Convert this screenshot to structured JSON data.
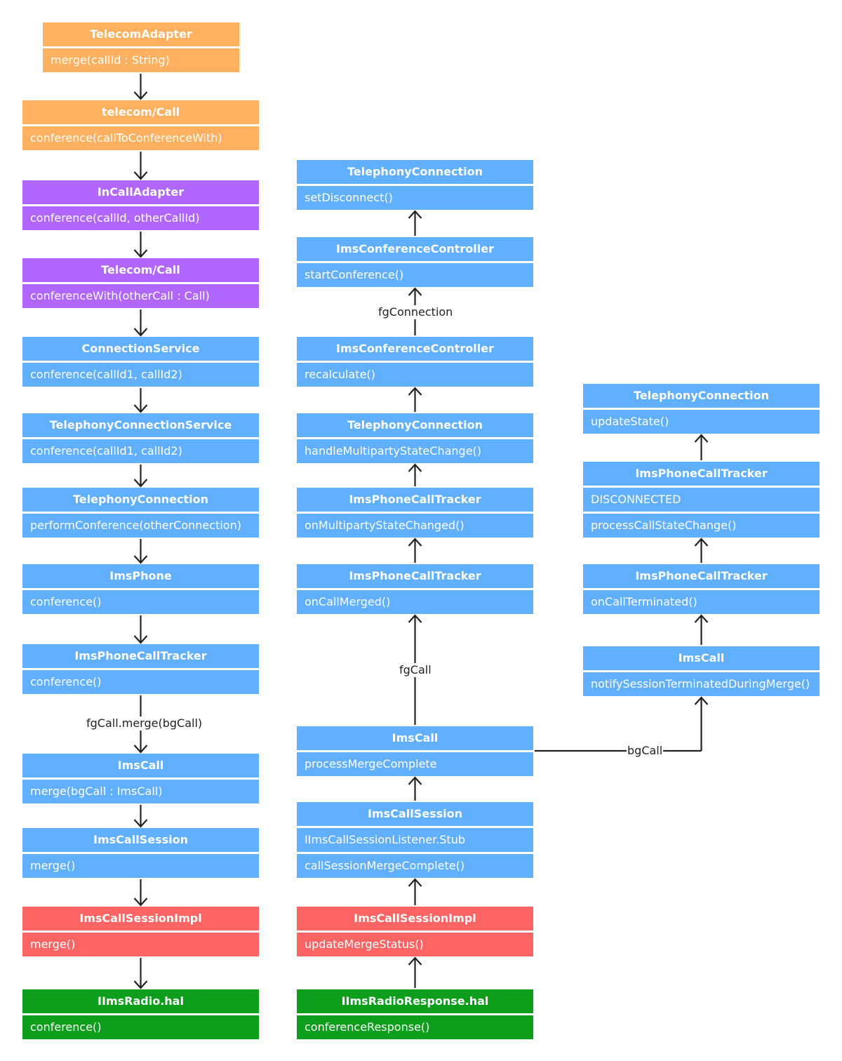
{
  "nodes": [
    {
      "id": "telecom-adapter",
      "title": "TelecomAdapter",
      "rows": [
        "merge(callId : String)"
      ],
      "color": "orange"
    },
    {
      "id": "telecom-call-lower",
      "title": "telecom/Call",
      "rows": [
        "conference(callToConferenceWith)"
      ],
      "color": "orange"
    },
    {
      "id": "incall-adapter",
      "title": "InCallAdapter",
      "rows": [
        "conference(callId, otherCallId)"
      ],
      "color": "purple"
    },
    {
      "id": "telecom-call-upper",
      "title": "Telecom/Call",
      "rows": [
        "conferenceWith(otherCall : Call)"
      ],
      "color": "purple"
    },
    {
      "id": "connection-service",
      "title": "ConnectionService",
      "rows": [
        "conference(callId1, callId2)"
      ],
      "color": "blue"
    },
    {
      "id": "telephony-connection-service",
      "title": "TelephonyConnectionService",
      "rows": [
        "conference(callId1, callId2)"
      ],
      "color": "blue"
    },
    {
      "id": "telephony-connection-perform",
      "title": "TelephonyConnection",
      "rows": [
        "performConference(otherConnection)"
      ],
      "color": "blue"
    },
    {
      "id": "ims-phone",
      "title": "ImsPhone",
      "rows": [
        "conference()"
      ],
      "color": "blue"
    },
    {
      "id": "ims-phone-call-tracker-conf",
      "title": "ImsPhoneCallTracker",
      "rows": [
        "conference()"
      ],
      "color": "blue"
    },
    {
      "id": "ims-call-merge",
      "title": "ImsCall",
      "rows": [
        "merge(bgCall : ImsCall)"
      ],
      "color": "blue"
    },
    {
      "id": "ims-call-session-merge",
      "title": "ImsCallSession",
      "rows": [
        "merge()"
      ],
      "color": "blue"
    },
    {
      "id": "ims-call-session-impl-merge",
      "title": "ImsCallSessionImpl",
      "rows": [
        "merge()"
      ],
      "color": "red"
    },
    {
      "id": "iims-radio-hal",
      "title": "IImsRadio.hal",
      "rows": [
        "conference()"
      ],
      "color": "green"
    },
    {
      "id": "telephony-connection-disconnect",
      "title": "TelephonyConnection",
      "rows": [
        "setDisconnect()"
      ],
      "color": "blue"
    },
    {
      "id": "ims-conference-controller-start",
      "title": "ImsConferenceController",
      "rows": [
        "startConference()"
      ],
      "color": "blue"
    },
    {
      "id": "ims-conference-controller-recalc",
      "title": "ImsConferenceController",
      "rows": [
        "recalculate()"
      ],
      "color": "blue"
    },
    {
      "id": "telephony-connection-multiparty",
      "title": "TelephonyConnection",
      "rows": [
        "handleMultipartyStateChange()"
      ],
      "color": "blue"
    },
    {
      "id": "ims-phone-call-tracker-multiparty",
      "title": "ImsPhoneCallTracker",
      "rows": [
        "onMultipartyStateChanged()"
      ],
      "color": "blue"
    },
    {
      "id": "ims-phone-call-tracker-merged",
      "title": "ImsPhoneCallTracker",
      "rows": [
        "onCallMerged()"
      ],
      "color": "blue"
    },
    {
      "id": "ims-call-process-merge",
      "title": "ImsCall",
      "rows": [
        "processMergeComplete"
      ],
      "color": "blue"
    },
    {
      "id": "ims-call-session-listener",
      "title": "ImsCallSession",
      "rows": [
        "IImsCallSessionListener.Stub",
        "callSessionMergeComplete()"
      ],
      "color": "blue"
    },
    {
      "id": "ims-call-session-impl-update",
      "title": "ImsCallSessionImpl",
      "rows": [
        "updateMergeStatus()"
      ],
      "color": "red"
    },
    {
      "id": "iims-radio-response-hal",
      "title": "IImsRadioResponse.hal",
      "rows": [
        "conferenceResponse()"
      ],
      "color": "green"
    },
    {
      "id": "telephony-connection-update",
      "title": "TelephonyConnection",
      "rows": [
        "updateState()"
      ],
      "color": "blue"
    },
    {
      "id": "ims-phone-call-tracker-disconnected",
      "title": "ImsPhoneCallTracker",
      "rows": [
        "DISCONNECTED",
        "processCallStateChange()"
      ],
      "color": "blue"
    },
    {
      "id": "ims-phone-call-tracker-terminated",
      "title": "ImsPhoneCallTracker",
      "rows": [
        "onCallTerminated()"
      ],
      "color": "blue"
    },
    {
      "id": "ims-call-notify",
      "title": "ImsCall",
      "rows": [
        "notifySessionTerminatedDuringMerge()"
      ],
      "color": "blue"
    }
  ],
  "edge_labels": {
    "fg_call_merge": "fgCall.merge(bgCall)",
    "fg_connection": "fgConnection",
    "fg_call": "fgCall",
    "bg_call": "bgCall"
  },
  "colors": {
    "orange": "#ffb160",
    "purple": "#b066ff",
    "blue": "#61b0ff",
    "red": "#ff6464",
    "green": "#0d9e1c",
    "arrow": "#222222"
  }
}
